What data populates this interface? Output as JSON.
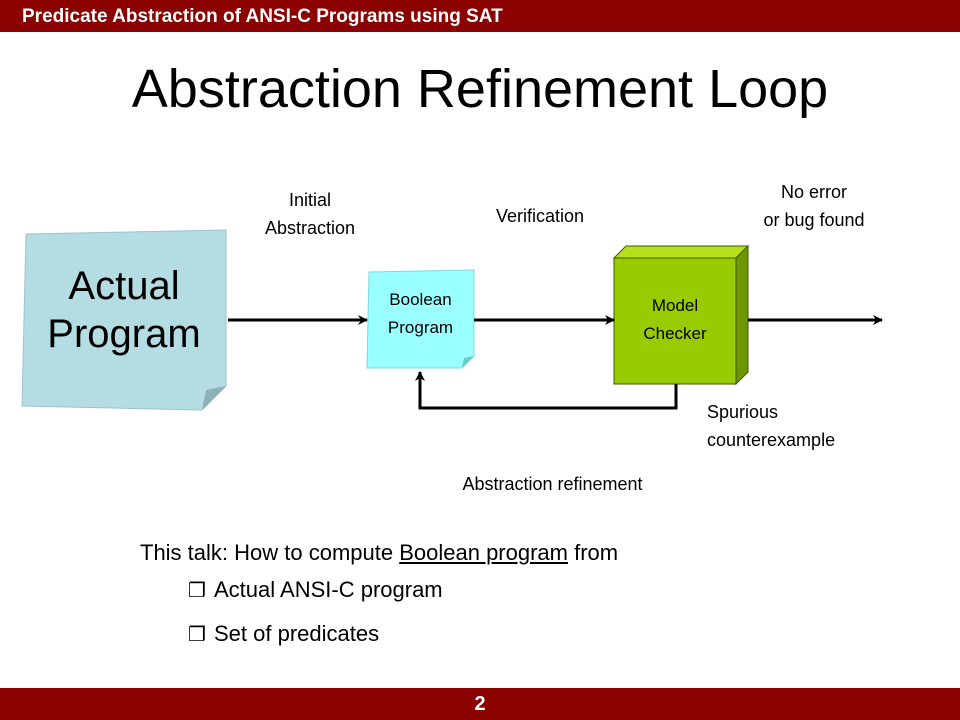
{
  "header": {
    "text": "Predicate Abstraction of ANSI-C Programs using SAT"
  },
  "title": "Abstraction Refinement Loop",
  "diagram": {
    "actual_program": {
      "line1": "Actual",
      "line2": "Program"
    },
    "boolean_program": {
      "line1": "Boolean",
      "line2": "Program"
    },
    "model_checker": {
      "line1": "Model",
      "line2": "Checker"
    },
    "labels": {
      "initial_abstraction_1": "Initial",
      "initial_abstraction_2": "Abstraction",
      "verification": "Verification",
      "no_error_1": "No error",
      "no_error_2": "or bug found",
      "spurious_1": "Spurious",
      "spurious_2": "counterexample",
      "abstraction_refinement": "Abstraction refinement"
    },
    "colors": {
      "actual_program_fill": "#b4dde3",
      "boolean_program_fill": "#99ffff",
      "model_checker_fill": "#99cc00",
      "fold": "#8fb0b5"
    }
  },
  "body": {
    "intro_prefix": "This talk: How to compute ",
    "intro_underlined": "Boolean program",
    "intro_suffix": " from",
    "bullet_icon": "checkbox-bullet-icon",
    "bullets": [
      "Actual ANSI-C program",
      "Set of predicates"
    ]
  },
  "footer": {
    "page_number": "2"
  }
}
